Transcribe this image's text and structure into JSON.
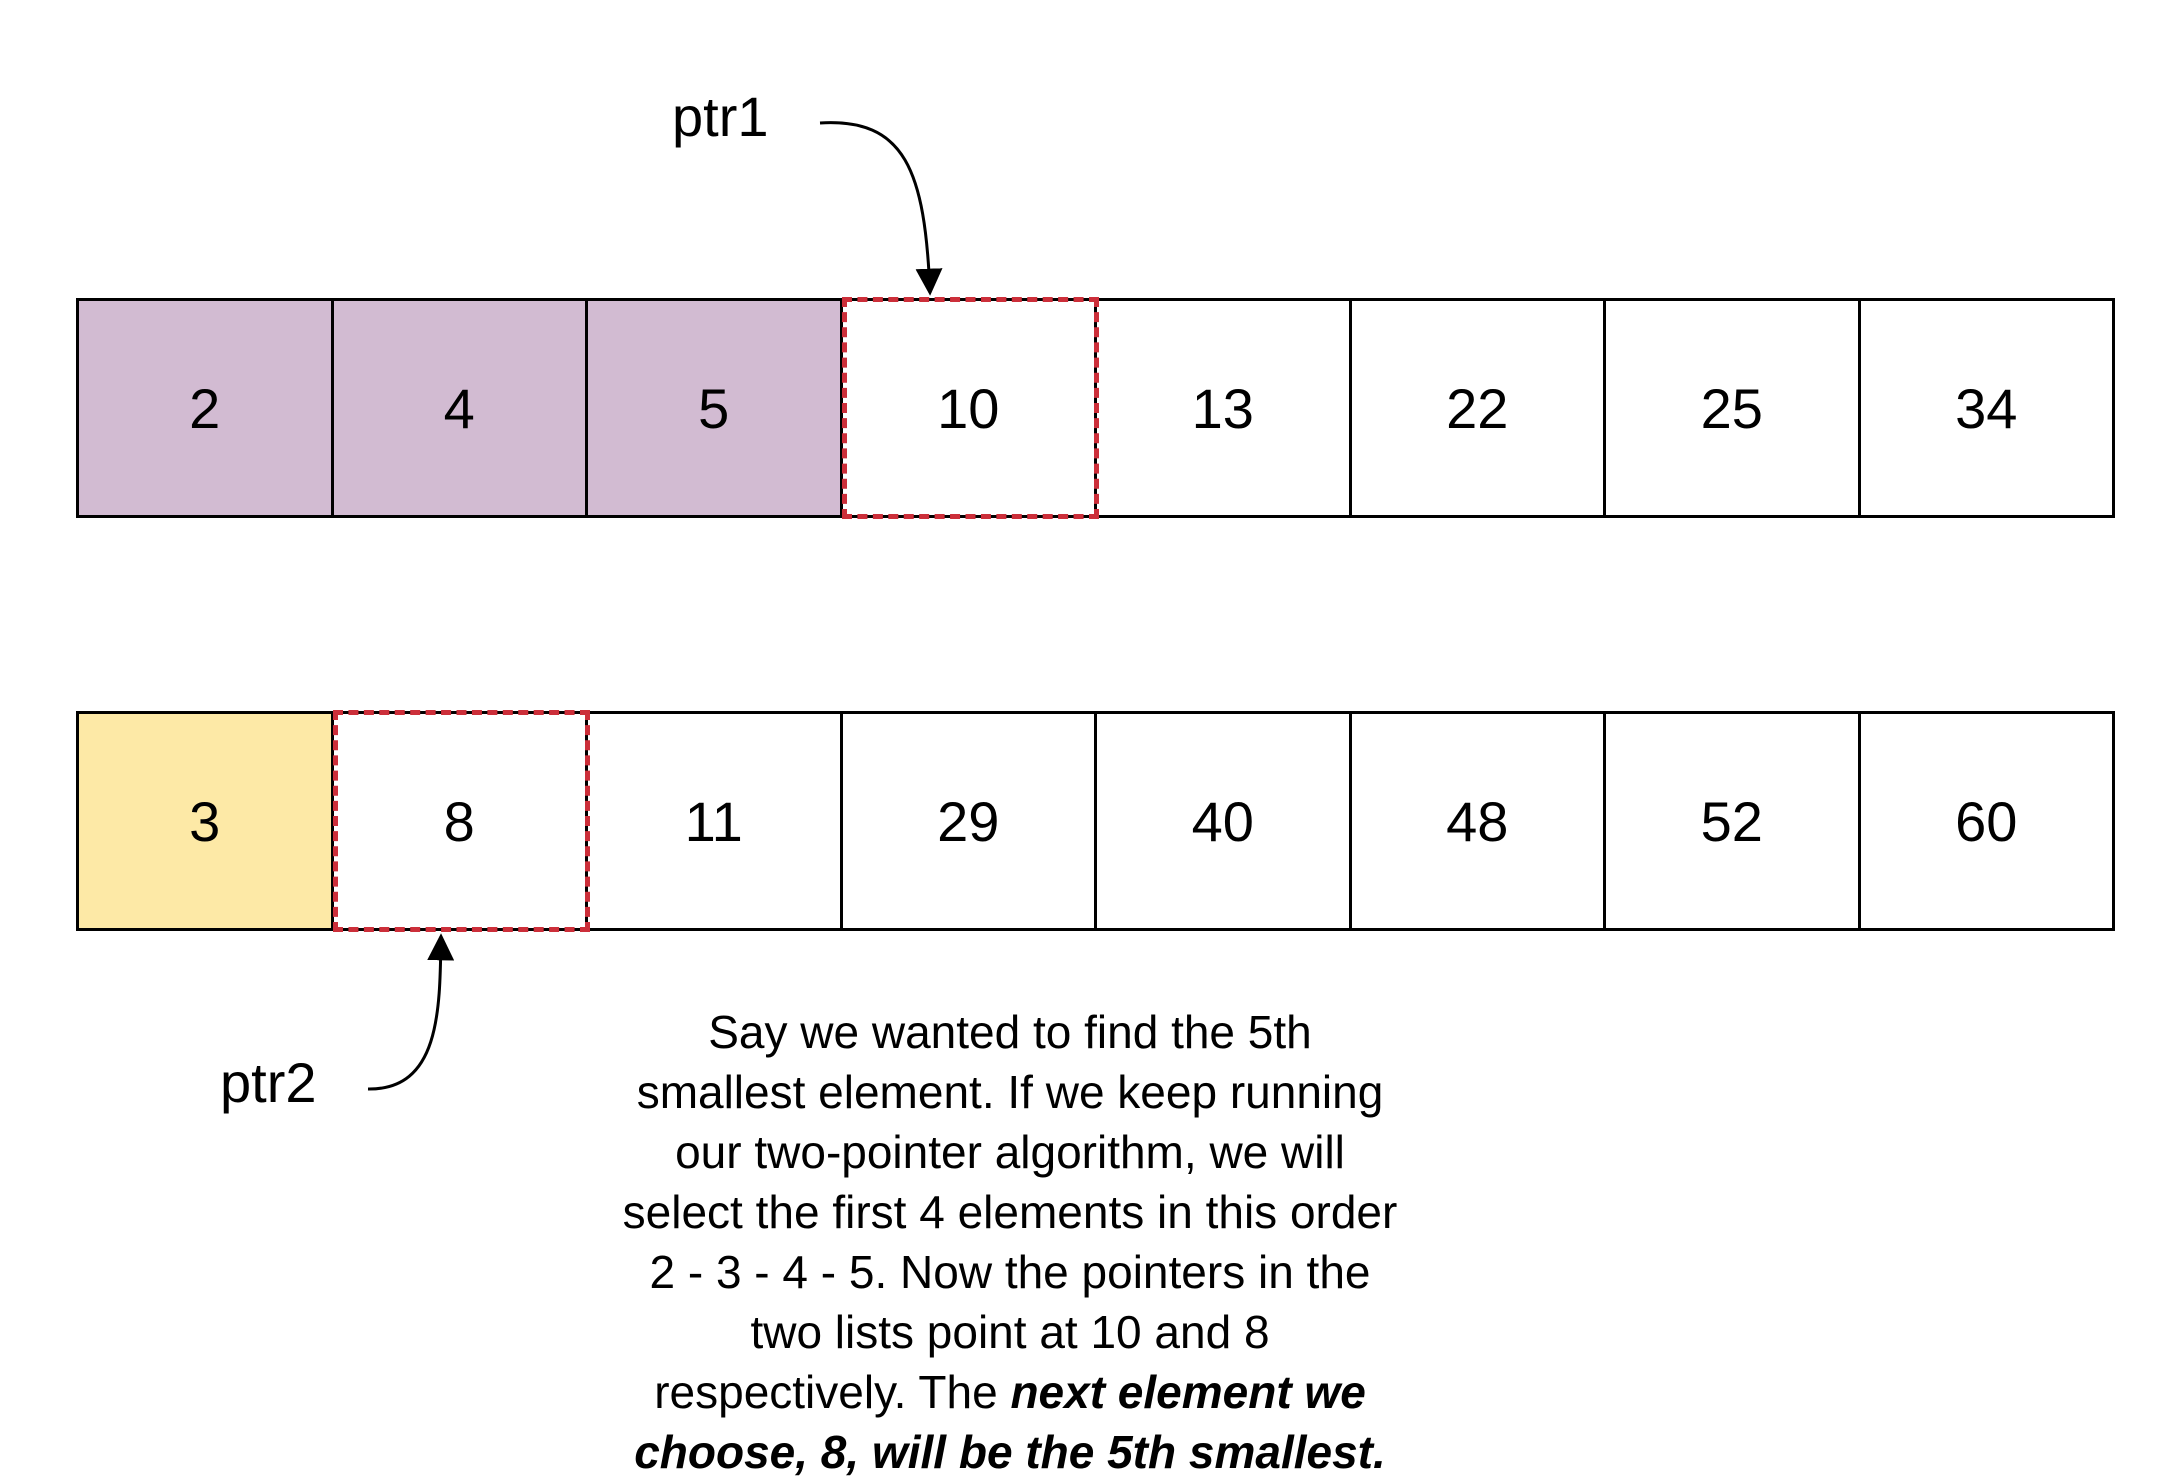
{
  "array1": {
    "values": [
      "2",
      "4",
      "5",
      "10",
      "13",
      "22",
      "25",
      "34"
    ],
    "fills": [
      "#d2bbd2",
      "#d2bbd2",
      "#d2bbd2",
      "#ffffff",
      "#ffffff",
      "#ffffff",
      "#ffffff",
      "#ffffff"
    ],
    "pointer_index": 3
  },
  "array2": {
    "values": [
      "3",
      "8",
      "11",
      "29",
      "40",
      "48",
      "52",
      "60"
    ],
    "fills": [
      "#fde9a6",
      "#ffffff",
      "#ffffff",
      "#ffffff",
      "#ffffff",
      "#ffffff",
      "#ffffff",
      "#ffffff"
    ],
    "pointer_index": 1
  },
  "pointers": {
    "ptr1": "ptr1",
    "ptr2": "ptr2"
  },
  "caption": {
    "text": "Say we wanted to find the 5th smallest element. If we keep running our two-pointer algorithm, we will select the first 4 elements in this order 2 - 3 - 4 - 5. Now the pointers in the two lists point at 10 and 8 respectively. The ",
    "emphasis": "next element we choose, 8, will be the 5th smallest."
  },
  "colors": {
    "selected_list1": "#d2bbd2",
    "selected_list2": "#fde9a6",
    "pointer_highlight": "#cc2f3a"
  }
}
